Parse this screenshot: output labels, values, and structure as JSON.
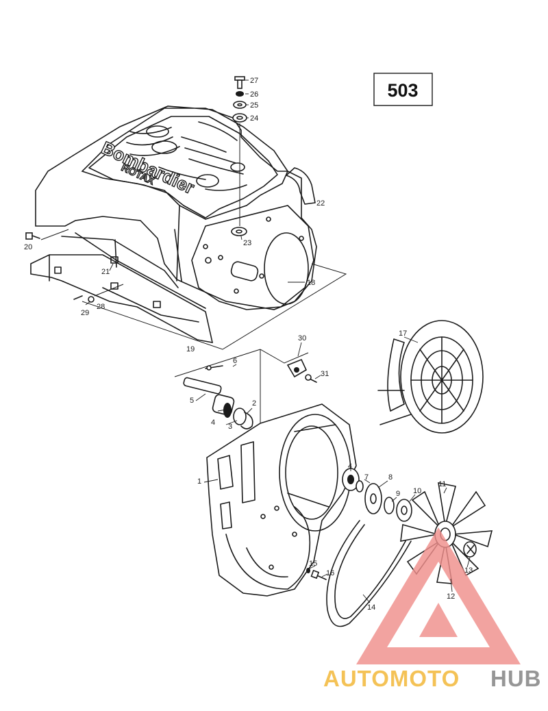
{
  "page_code": "503",
  "cover_brand_line1": "Bombardier",
  "cover_brand_line2": "ROTAX",
  "watermark": {
    "part1": "AUTOMOTO",
    "part2": "HUB",
    "color_part1": "#f2b531",
    "color_part2": "#7f7f7f",
    "logo_color": "#f08f8c"
  },
  "labels": {
    "p1": "1",
    "p2": "2",
    "p3": "3",
    "p4a": "4",
    "p4b": "4",
    "p5": "5",
    "p6": "6",
    "p7": "7",
    "p8": "8",
    "p9": "9",
    "p10": "10",
    "p11": "11",
    "p12": "12",
    "p13": "13",
    "p14": "14",
    "p15": "15",
    "p16": "16",
    "p17": "17",
    "p18": "18",
    "p19": "19",
    "p20": "20",
    "p21": "21",
    "p22": "22",
    "p23": "23",
    "p24": "24",
    "p25": "25",
    "p26": "26",
    "p27": "27",
    "p28": "28",
    "p29": "29",
    "p30": "30",
    "p31": "31"
  }
}
